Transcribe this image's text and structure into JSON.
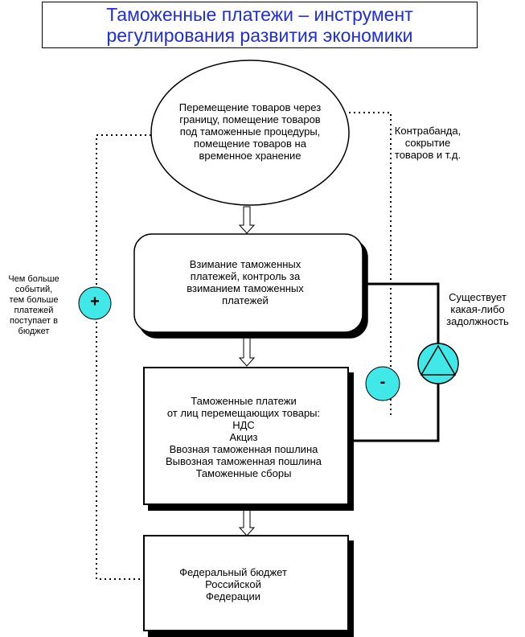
{
  "title": {
    "lines": [
      "Таможенные платежи – инструмент",
      "регулирования развития экономики"
    ]
  },
  "nodes": {
    "movement": [
      "Перемещение товаров через",
      "границу, помещение товаров",
      "под таможенные процедуры,",
      "помещение товаров на",
      "временное хранение"
    ],
    "collection": [
      "Взимание таможенных",
      "платежей, контроль за",
      "взиманием таможенных",
      "платежей"
    ],
    "payments": [
      "Таможенные платежи",
      "от лиц перемещающих товары:",
      "НДС",
      "Акциз",
      "Ввозная таможенная пошлина",
      "Вывозная таможенная пошлина",
      "Таможенные сборы"
    ],
    "budget": [
      "Федеральный бюджет",
      "Российской",
      "Федерации"
    ]
  },
  "annotations": {
    "smuggling": [
      "Контрабанда,",
      "сокрытие",
      "товаров и т.д."
    ],
    "more_events": [
      "Чем больше",
      "событий,",
      "тем больше",
      "платежей",
      "поступает в",
      "бюджет"
    ],
    "debt": [
      "Существует",
      "какая-либо",
      "задолжность"
    ]
  },
  "signs": {
    "plus": "+",
    "minus": "-"
  },
  "colors": {
    "title_text": "#1f2ed6",
    "sign_fill": "#40e8e8",
    "line": "#000000"
  }
}
